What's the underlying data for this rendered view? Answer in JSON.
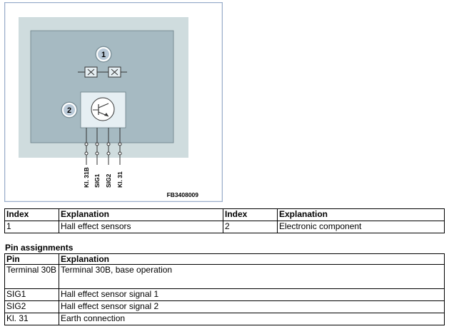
{
  "figure": {
    "callout_1": "1",
    "callout_2": "2",
    "pins": [
      "Kl. 31B",
      "SIG1",
      "SIG2",
      "Kl. 31"
    ],
    "figure_code": "FB3408009",
    "colors": {
      "frame_border": "#9aaecb",
      "outer_fill": "#cfdcde",
      "inner_fill": "#a6bac2",
      "component_fill": "#e6eff3",
      "callout_fill": "#b9c9d8"
    },
    "icons": [
      "hall-sensor-x-icon",
      "hall-sensor-x-icon",
      "transistor-icon"
    ]
  },
  "index_table": {
    "headers": [
      "Index",
      "Explanation",
      "Index",
      "Explanation"
    ],
    "row": [
      "1",
      "Hall effect sensors",
      "2",
      "Electronic component"
    ]
  },
  "pin_section": {
    "title": "Pin assignments",
    "headers": [
      "Pin",
      "Explanation"
    ],
    "rows": [
      {
        "pin": "Terminal 30B",
        "explanation": "Terminal 30B, base operation"
      },
      {
        "pin": "SIG1",
        "explanation": "Hall effect sensor signal 1"
      },
      {
        "pin": "SIG2",
        "explanation": "Hall effect sensor signal 2"
      },
      {
        "pin": "Kl. 31",
        "explanation": "Earth connection"
      }
    ]
  }
}
